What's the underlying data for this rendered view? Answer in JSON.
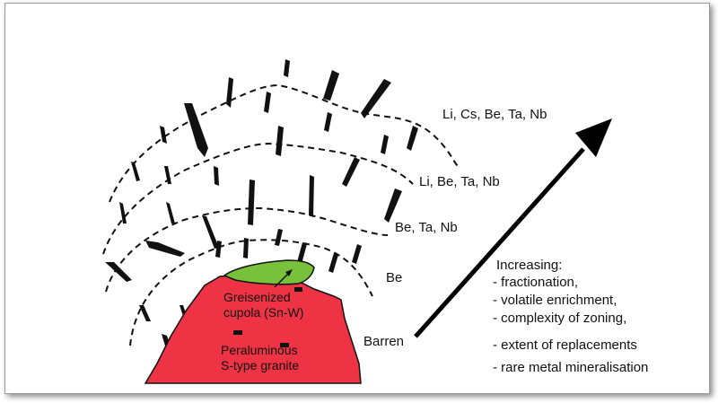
{
  "zones": [
    {
      "id": "li-cs",
      "label": "Li, Cs, Be, Ta, Nb"
    },
    {
      "id": "li-be",
      "label": "Li, Be, Ta, Nb"
    },
    {
      "id": "be-ta",
      "label": "Be, Ta, Nb"
    },
    {
      "id": "be",
      "label": "Be"
    },
    {
      "id": "barren",
      "label": "Barren"
    }
  ],
  "granite": {
    "cupola_label_1": "Greisenized",
    "cupola_label_2": "cupola (Sn-W)",
    "granite_label_1": "Peraluminous",
    "granite_label_2": "S-type granite",
    "granite_color": "#ee3344",
    "cupola_color": "#77c23a"
  },
  "legend": {
    "title": "Increasing:",
    "items": [
      "- fractionation,",
      "- volatile enrichment,",
      "- complexity of zoning,",
      "- extent of replacements",
      "- rare metal mineralisation"
    ]
  },
  "colors": {
    "pegmatite": "#111111",
    "arrow": "#000000"
  }
}
